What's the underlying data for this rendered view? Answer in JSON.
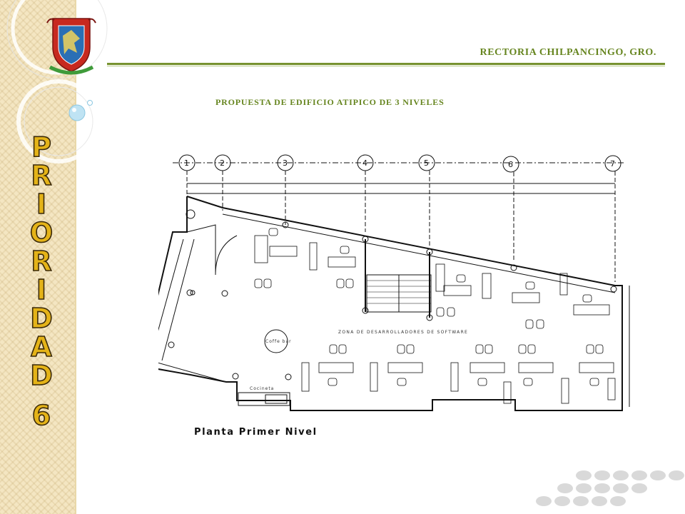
{
  "header": {
    "institution": "RECTORIA CHILPANCINGO, GRO.",
    "proposal_title": "PROPUESTA DE EDIFICIO ATIPICO DE 3 NIVELES"
  },
  "sidebar": {
    "letters": [
      "P",
      "R",
      "I",
      "O",
      "R",
      "I",
      "D",
      "A",
      "D"
    ],
    "number": "6"
  },
  "plan": {
    "title": "Planta Primer Nivel",
    "zone_label": "ZONA DE DESARROLLADORES DE SOFTWARE",
    "room_cocineta": "Cocineta",
    "room_coffee": "Coffe bar",
    "axes": [
      "1",
      "2",
      "3",
      "4",
      "5",
      "6",
      "7"
    ]
  },
  "colors": {
    "accent_green": "#66851f",
    "sidebar_gold": "#e4b318",
    "sidebar_bg": "#f4e6c2"
  },
  "icons": {
    "logo": "university-shield-logo"
  }
}
